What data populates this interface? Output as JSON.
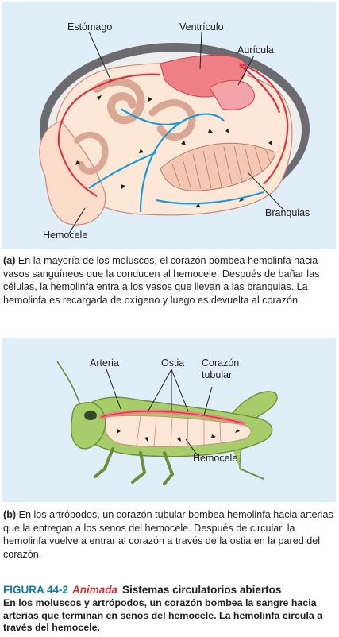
{
  "panel_a": {
    "labels": {
      "stomach": "Estómago",
      "ventricle": "Ventrículo",
      "auricle": "Aurícula",
      "gills": "Branquias",
      "hemocoel": "Hemocele"
    },
    "caption_tag": "(a)",
    "caption_text": " En la mayoría de los moluscos, el corazón bombea hemolinfa hacia vasos sanguíneos que la conducen al hemocele. Después de bañar las células, la hemolinfa entra a los vasos que llevan a las branquias. La hemolinfa es recargada de oxígeno y luego es devuelta al corazón."
  },
  "panel_b": {
    "labels": {
      "artery": "Arteria",
      "ostia": "Ostia",
      "tubular_heart_1": "Corazón",
      "tubular_heart_2": "tubular",
      "hemocoel": "Hemocele"
    },
    "caption_tag": "(b)",
    "caption_text": " En los artrópodos, un corazón tubular bombea hemolinfa hacia  arterias que la entregan a los senos del hemocele. Después de circular, la hemolinfa vuelve a entrar al corazón a través de la ostia en la pared del corazón."
  },
  "figure": {
    "number": "FIGURA 44-2",
    "animated": "Animada",
    "title": "Sistemas circulatorios abiertos",
    "description": "En los moluscos y artrópodos, un corazón bombea la sangre hacia arterias que terminan en senos del hemocele. La hemolinfa circula a través del hemocele."
  },
  "colors": {
    "panel_bg": "#dfeef7",
    "artery_red": "#e0343c",
    "vein_blue": "#1a9ad6",
    "heart_pink": "#ee7f86",
    "shell_grey": "#5f5f64",
    "body_cream": "#fde8d8",
    "grasshopper_green": "#a6cd6a",
    "figure_number_blue": "#0a7ea4",
    "animated_red": "#d6323b"
  }
}
